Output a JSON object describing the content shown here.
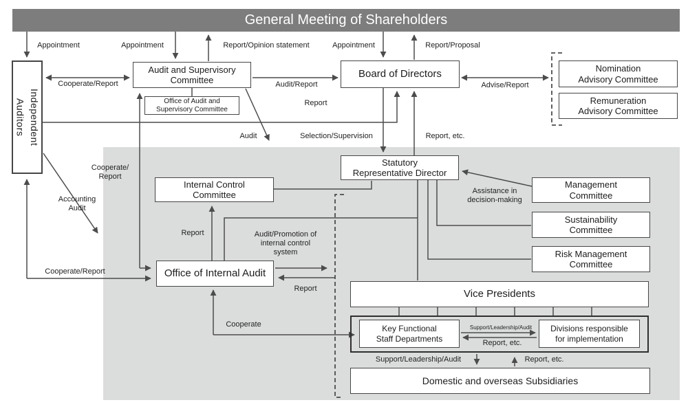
{
  "banner": {
    "title": "General Meeting of Shareholders"
  },
  "boxes": {
    "independent_auditors": {
      "label": "Independent\nAuditors"
    },
    "audit_supervisory_committee": {
      "label": "Audit and Supervisory\nCommittee"
    },
    "office_audit_supervisory": {
      "label": "Office of Audit and\nSupervisory Committee"
    },
    "board_of_directors": {
      "label": "Board of Directors"
    },
    "nomination_advisory": {
      "label": "Nomination\nAdvisory Committee"
    },
    "remuneration_advisory": {
      "label": "Remuneration\nAdvisory Committee"
    },
    "statutory_representative_director": {
      "label": "Statutory\nRepresentative Director"
    },
    "internal_control_committee": {
      "label": "Internal Control\nCommittee"
    },
    "management_committee": {
      "label": "Management\nCommittee"
    },
    "sustainability_committee": {
      "label": "Sustainability\nCommittee"
    },
    "risk_management_committee": {
      "label": "Risk Management\nCommittee"
    },
    "office_internal_audit": {
      "label": "Office of Internal Audit"
    },
    "vice_presidents": {
      "label": "Vice Presidents"
    },
    "key_functional_staff": {
      "label": "Key Functional\nStaff Departments"
    },
    "divisions_implementation": {
      "label": "Divisions responsible\nfor implementation"
    },
    "domestic_subsidiaries": {
      "label": "Domestic and overseas Subsidiaries"
    }
  },
  "edge_labels": {
    "appointment_left": {
      "text": "Appointment"
    },
    "appointment_asc": {
      "text": "Appointment"
    },
    "report_opinion_statement": {
      "text": "Report/Opinion statement"
    },
    "appointment_bod": {
      "text": "Appointment"
    },
    "report_proposal": {
      "text": "Report/Proposal"
    },
    "cooperate_report_ia_asc": {
      "text": "Cooperate/Report"
    },
    "audit_report": {
      "text": "Audit/Report"
    },
    "advise_report": {
      "text": "Advise/Report"
    },
    "report_to_bod": {
      "text": "Report"
    },
    "audit_diagonal": {
      "text": "Audit"
    },
    "selection_supervision": {
      "text": "Selection/Supervision"
    },
    "report_etc_to_bod": {
      "text": "Report, etc."
    },
    "cooperate_report_asc_oia": {
      "text": "Cooperate/\nReport"
    },
    "accounting_audit": {
      "text": "Accounting\nAudit"
    },
    "cooperate_report_ia_oia": {
      "text": "Cooperate/Report"
    },
    "report_oia_icc": {
      "text": "Report"
    },
    "audit_promotion": {
      "text": "Audit/Promotion of\ninternal control\nsystem"
    },
    "report_to_oia": {
      "text": "Report"
    },
    "assistance_decision": {
      "text": "Assistance in\ndecision-making"
    },
    "cooperate_oia_kfsd": {
      "text": "Cooperate"
    },
    "support_leadership_audit_inner": {
      "text": "Support/Leadership/Audit"
    },
    "report_etc_inner": {
      "text": "Report, etc."
    },
    "support_leadership_audit_sub": {
      "text": "Support/Leadership/Audit"
    },
    "report_etc_sub": {
      "text": "Report, etc."
    }
  },
  "colors": {
    "banner_bg": "#7d7d7d",
    "banner_text": "#ffffff",
    "executive_area_bg": "#dbdddc",
    "line": "#4c4c4c",
    "box_border": "#454545"
  }
}
